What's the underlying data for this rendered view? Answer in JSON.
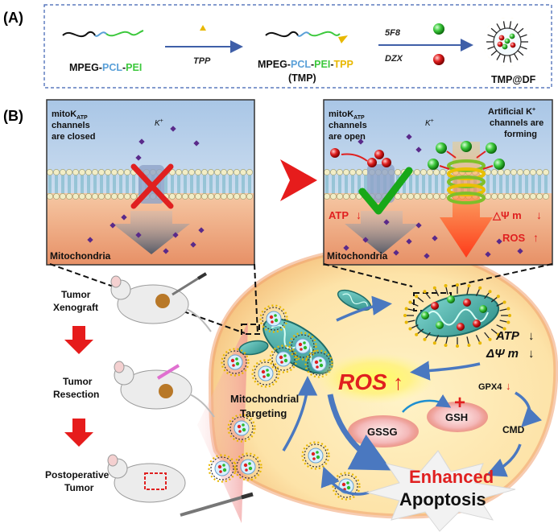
{
  "panel_a": {
    "label": "(A)",
    "polymer1": {
      "p1": "MPEG-",
      "p2": "PCL",
      "p3": "-",
      "p4": "PEI"
    },
    "arrow1_label": "TPP",
    "polymer2": {
      "p1": "MPEG-",
      "p2": "PCL",
      "p3": "-",
      "p4": "PEI",
      "p5": "-",
      "p6": "TPP"
    },
    "polymer2_abbr": "(TMP)",
    "arrow2_top": "5F8",
    "arrow2_bottom": "DZX",
    "product": "TMP@DF"
  },
  "panel_b": {
    "label": "(B)",
    "left_inset": {
      "status_line1": "mitoK",
      "status_sub": "ATP",
      "status_line2": "channels",
      "status_line3": "are closed",
      "ion": "K",
      "ion_sup": "+",
      "region": "Mitochondria"
    },
    "right_inset": {
      "status_line1": "mitoK",
      "status_sub": "ATP",
      "status_line2": "channels",
      "status_line3": "are open",
      "ion": "K",
      "ion_sup": "+",
      "artificial_line1": "Artificial K",
      "artificial_sup": "+",
      "artificial_line2": "channels are",
      "artificial_line3": "forming",
      "atp": "ATP",
      "delta_psi": "△Ψ m",
      "ros": "ROS",
      "region": "Mitochondria"
    },
    "steps": [
      {
        "line1": "Tumor",
        "line2": "Xenograft"
      },
      {
        "line1": "Tumor",
        "line2": "Resection"
      },
      {
        "line1": "Postoperative",
        "line2": "Tumor"
      }
    ],
    "cell": {
      "targeting_line1": "Mitochondrial",
      "targeting_line2": "Targeting",
      "atp": "ATP",
      "delta_psi": "ΔΨ m",
      "ros": "ROS",
      "gpx4": "GPX4",
      "gssg": "GSSG",
      "gsh": "GSH",
      "cmd": "CMD",
      "enhanced": "Enhanced",
      "apoptosis": "Apoptosis"
    }
  },
  "colors": {
    "pcl": "#5aa0d8",
    "pei": "#3cc83c",
    "tpp": "#e8b800",
    "red": "#e02020",
    "blue_arrow": "#4a78c0"
  }
}
